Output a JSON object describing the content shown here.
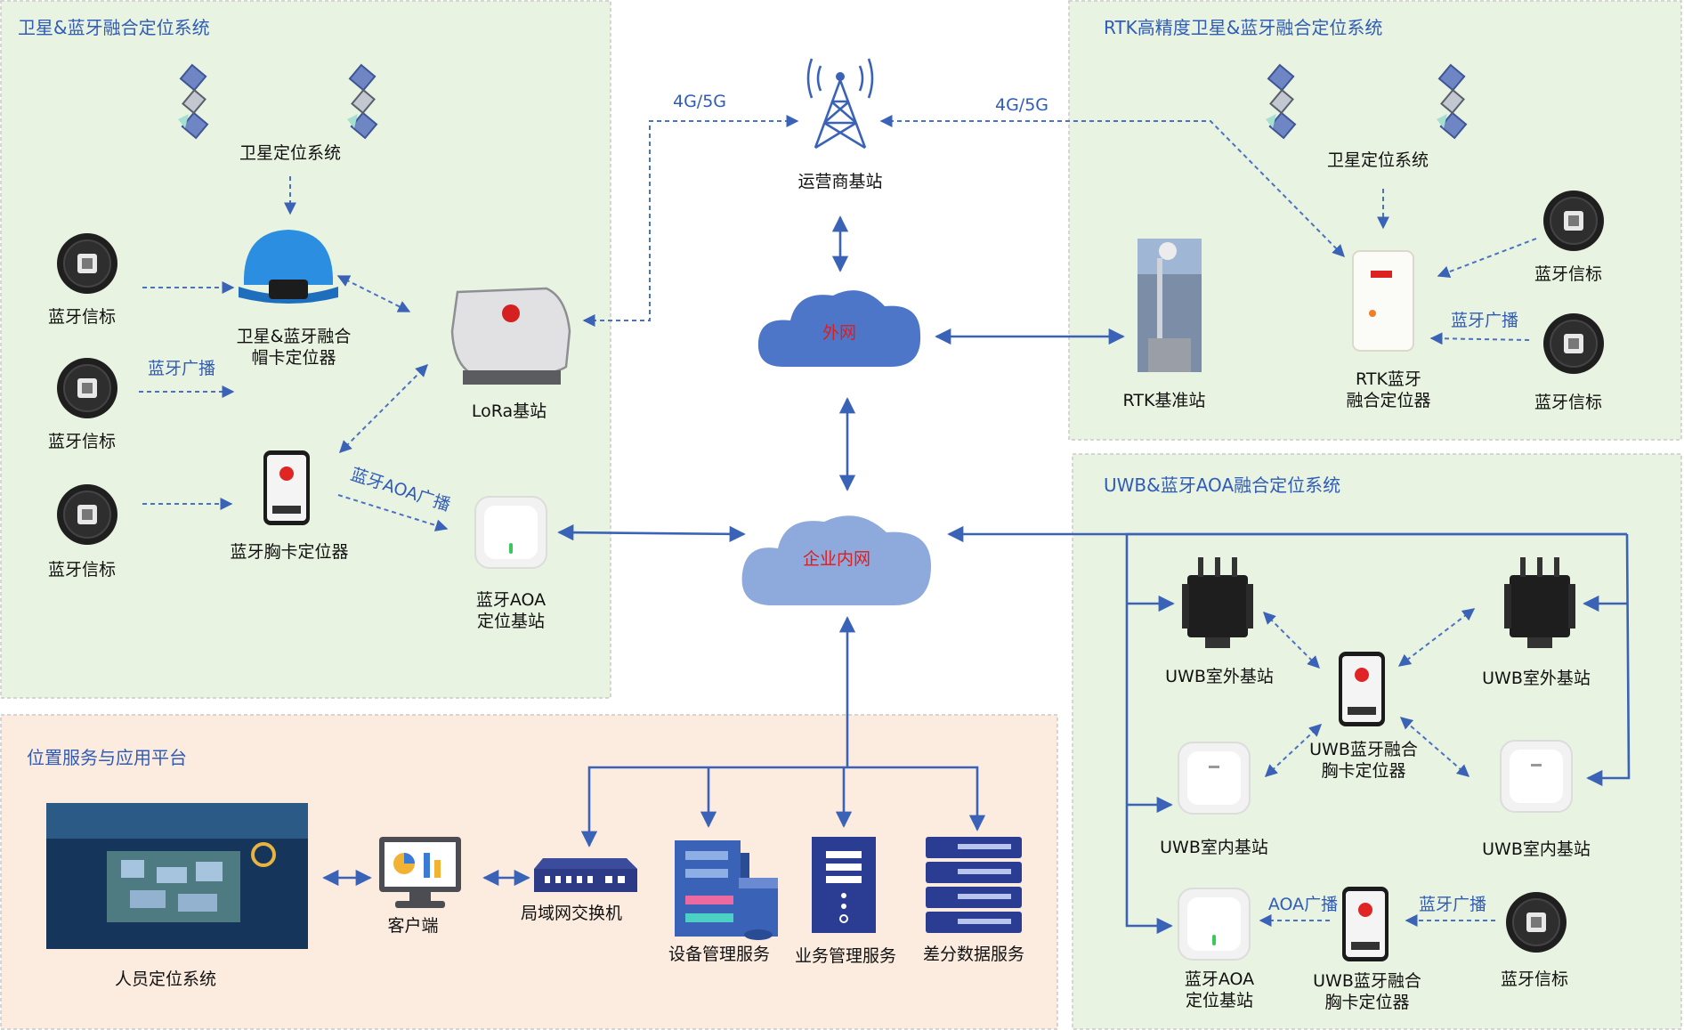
{
  "panels": {
    "sat_bt": "卫星&蓝牙融合定位系统",
    "rtk": "RTK高精度卫星&蓝牙融合定位系统",
    "uwb": "UWB&蓝牙AOA融合定位系统",
    "platform": "位置服务与应用平台"
  },
  "center": {
    "tower": "运营商基站",
    "internet": "外网",
    "intranet": "企业内网",
    "link_left": "4G/5G",
    "link_right": "4G/5G"
  },
  "left": {
    "satellite": "卫星定位系统",
    "beacon1": "蓝牙信标",
    "beacon2": "蓝牙信标",
    "beacon3": "蓝牙信标",
    "helmet_l1": "卫星&蓝牙融合",
    "helmet_l2": "帽卡定位器",
    "badge": "蓝牙胸卡定位器",
    "bt_broadcast": "蓝牙广播",
    "aoa_broadcast": "蓝牙AOA广播",
    "lora": "LoRa基站",
    "aoa_l1": "蓝牙AOA",
    "aoa_l2": "定位基站"
  },
  "rtk": {
    "satellite": "卫星定位系统",
    "base": "RTK基准站",
    "dev_l1": "RTK蓝牙",
    "dev_l2": "融合定位器",
    "beacon1": "蓝牙信标",
    "beacon2": "蓝牙信标",
    "bt_broadcast": "蓝牙广播"
  },
  "uwb": {
    "outdoor_l": "UWB室外基站",
    "outdoor_r": "UWB室外基站",
    "badge1_l1": "UWB蓝牙融合",
    "badge1_l2": "胸卡定位器",
    "indoor_l": "UWB室内基站",
    "indoor_r": "UWB室内基站",
    "aoa_l1": "蓝牙AOA",
    "aoa_l2": "定位基站",
    "aoa_broadcast": "AOA广播",
    "badge2_l1": "UWB蓝牙融合",
    "badge2_l2": "胸卡定位器",
    "bt_broadcast": "蓝牙广播",
    "beacon": "蓝牙信标"
  },
  "platform": {
    "system": "人员定位系统",
    "client": "客户端",
    "switch": "局域网交换机",
    "device_svc": "设备管理服务",
    "business_svc": "业务管理服务",
    "diff_svc": "差分数据服务"
  },
  "colors": {
    "panel_green": "#e9f3e1",
    "panel_peach": "#fcebdf",
    "accent_blue": "#3a63b8",
    "cloud_blue": "#4d76c9",
    "cloud_light": "#8ea9dc",
    "cloud_text": "#e01c1c"
  }
}
